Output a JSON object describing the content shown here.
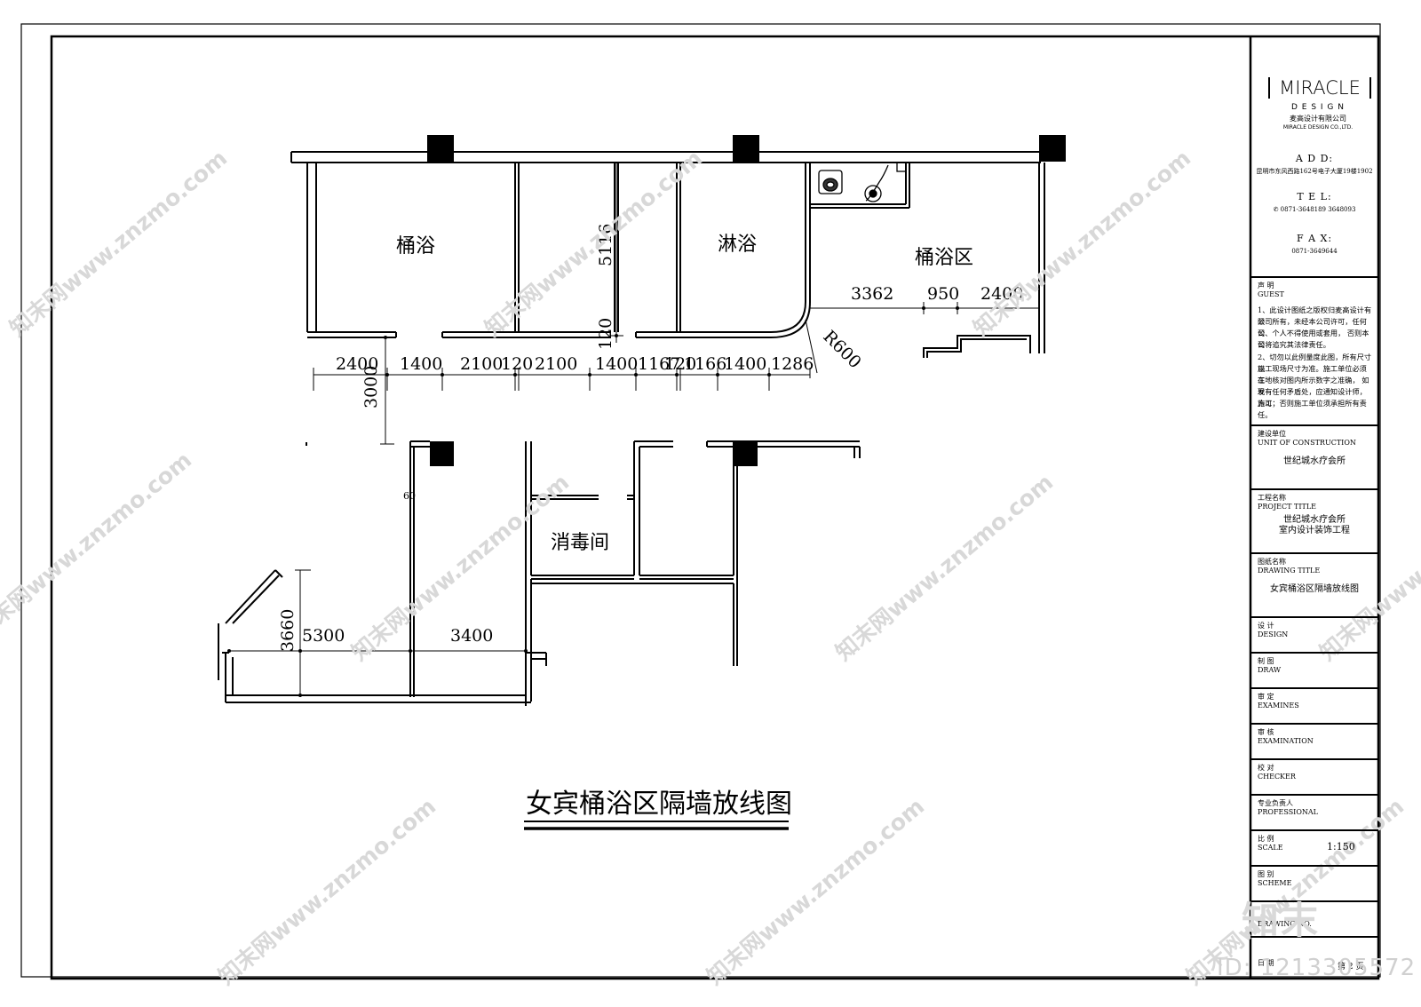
{
  "plan": {
    "room_labels": {
      "tub_bath": "桶浴",
      "shower": "淋浴",
      "tub_area": "桶浴区",
      "disinfection": "消毒间"
    },
    "dimensions": {
      "d2400a": "2400",
      "d1400a": "1400",
      "d2100a": "2100",
      "d120a": "120",
      "d2100b": "2100",
      "d1400b": "1400",
      "d1167": "1167",
      "d120b": "120",
      "d1166": "1166",
      "d1400c": "1400",
      "d1286": "1286",
      "d5116": "5116",
      "d120c": "120",
      "d3000": "3000",
      "d3362": "3362",
      "d950": "950",
      "d2400b": "2400",
      "r600": "R600",
      "d60": "60",
      "d3660": "3660",
      "d5300": "5300",
      "d3400": "3400"
    },
    "drawing_title": "女宾桶浴区隔墙放线图"
  },
  "title_block": {
    "logo": "MIRACLE",
    "logo_design": "D E S I G N",
    "logo_cn": "麦高设计有限公司",
    "logo_en": "MIRACLE DESIGN CO.,LTD.",
    "add_label": "A D D:",
    "address": "昆明市东风西路162号电子大厦19楼1902",
    "tel_label": "T E L:",
    "tel": "0871-3648189  3648093",
    "fax_label": "F A X:",
    "fax": "0871-3649644",
    "statement_cn": "声  明",
    "statement_en": "GUEST",
    "note_lines": [
      "1、此设计图纸之版权归麦高设计有限",
      "公司所有，未经本公司许可，任何公",
      "司、个人不得使用或套用， 否则本公",
      "司将追究其法律责任。",
      "2、切勿以此例量度此图，所有尺寸以",
      "施工现场尺寸为准。施工单位必须在",
      "工地核对图内所示数字之准确， 如发",
      "现有任何矛盾处，应通知设计师，方可",
      "施工；否则施工单位须承担所有责任。"
    ],
    "unit_cn": "建设单位",
    "unit_en": "UNIT OF CONSTRUCTION",
    "unit_value": "世纪城水疗会所",
    "project_cn": "工程名称",
    "project_en": "PROJECT TITLE",
    "project_value_1": "世纪城水疗会所",
    "project_value_2": "室内设计装饰工程",
    "drawing_cn": "图纸名称",
    "drawing_en": "DRAWING TITLE",
    "drawing_value": "女宾桶浴区隔墙放线图",
    "design_cn": "设  计",
    "design_en": "DESIGN",
    "draw_cn": "制  图",
    "draw_en": "DRAW",
    "examines_cn": "审  定",
    "examines_en": "EXAMINES",
    "examination_cn": "审  核",
    "examination_en": "EXAMINATION",
    "checker_cn": "校  对",
    "checker_en": "CHECKER",
    "professional_cn": "专业负责人",
    "professional_en": "PROFESSIONAL",
    "scale_cn": "比  例",
    "scale_en": "SCALE",
    "scale_value": "1:150",
    "scheme_cn": "图  别",
    "scheme_en": "SCHEME",
    "drawing_no_en": "DRAWING NO.",
    "date_cn": "日  期",
    "page_text": "第 2 页"
  },
  "watermark": {
    "text": "知末网www.znzmo.com",
    "brand": "知末",
    "id": "ID: 1213305572"
  }
}
